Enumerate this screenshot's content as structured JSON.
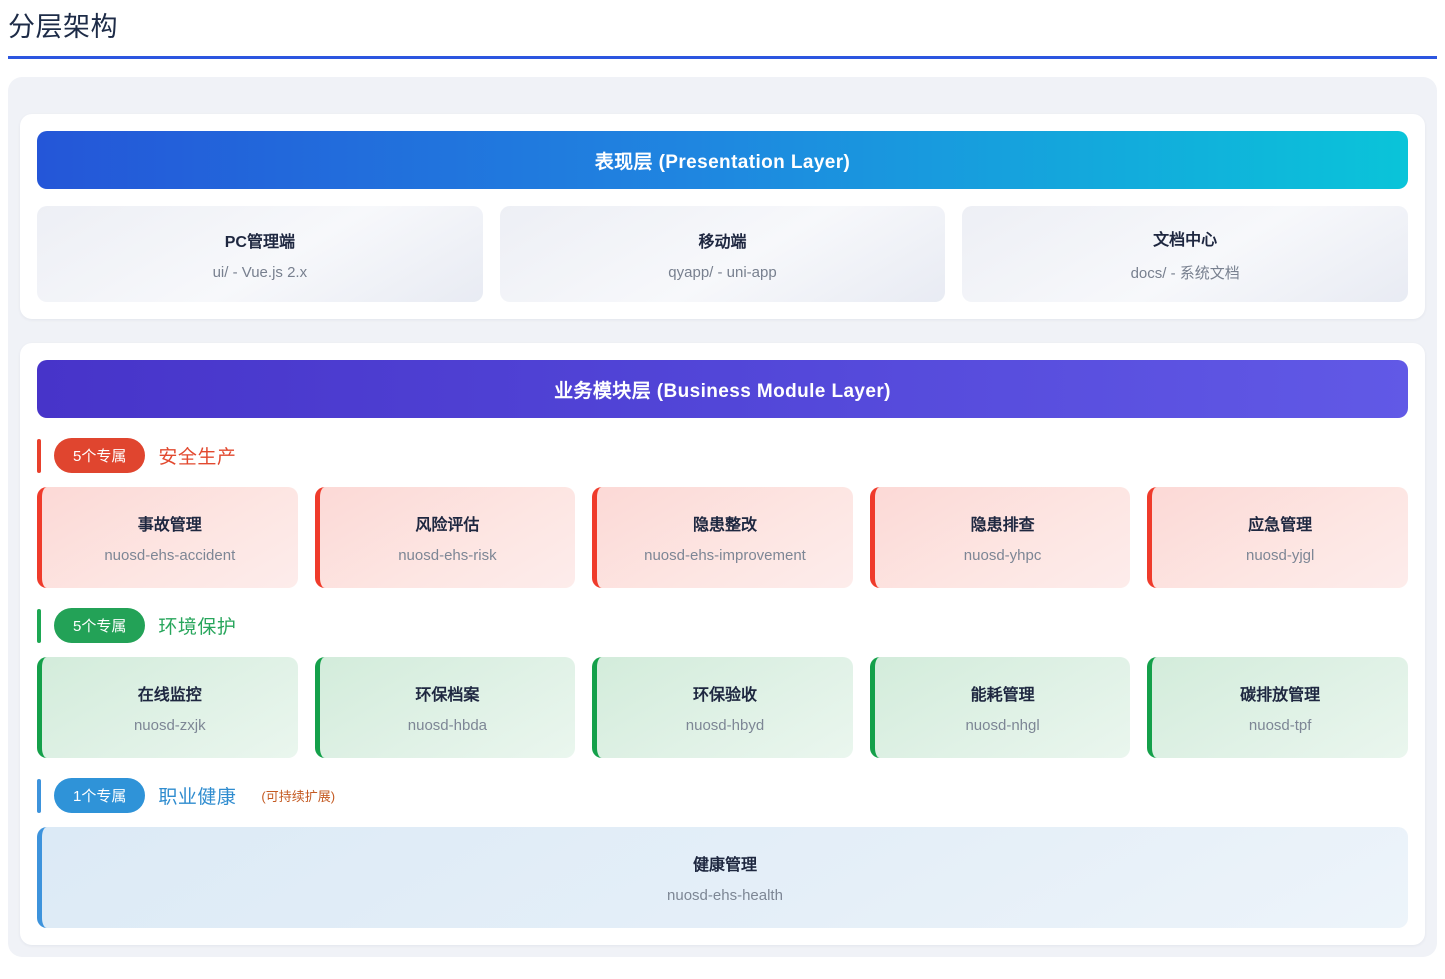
{
  "page": {
    "title": "分层架构",
    "accent_color": "#2c56e0"
  },
  "layers": [
    {
      "key": "presentation",
      "header": "表现层 (Presentation Layer)",
      "gradient_from": "#2456d8",
      "gradient_to": "#0ac4d9",
      "tiles": [
        {
          "title": "PC管理端",
          "sub": "ui/ - Vue.js 2.x"
        },
        {
          "title": "移动端",
          "sub": "qyapp/ - uni-app"
        },
        {
          "title": "文档中心",
          "sub": "docs/ - 系统文档"
        }
      ]
    },
    {
      "key": "business",
      "header": "业务模块层 (Business Module Layer)",
      "gradient_from": "#4734c9",
      "gradient_to": "#6159e6",
      "groups": [
        {
          "badge": "5个专属",
          "label": "安全生产",
          "note": "",
          "color": "#e0452f",
          "modules": [
            {
              "title": "事故管理",
              "sub": "nuosd-ehs-accident"
            },
            {
              "title": "风险评估",
              "sub": "nuosd-ehs-risk"
            },
            {
              "title": "隐患整改",
              "sub": "nuosd-ehs-improvement"
            },
            {
              "title": "隐患排查",
              "sub": "nuosd-yhpc"
            },
            {
              "title": "应急管理",
              "sub": "nuosd-yjgl"
            }
          ]
        },
        {
          "badge": "5个专属",
          "label": "环境保护",
          "note": "",
          "color": "#23a257",
          "modules": [
            {
              "title": "在线监控",
              "sub": "nuosd-zxjk"
            },
            {
              "title": "环保档案",
              "sub": "nuosd-hbda"
            },
            {
              "title": "环保验收",
              "sub": "nuosd-hbyd"
            },
            {
              "title": "能耗管理",
              "sub": "nuosd-nhgl"
            },
            {
              "title": "碳排放管理",
              "sub": "nuosd-tpf"
            }
          ]
        },
        {
          "badge": "1个专属",
          "label": "职业健康",
          "note": "(可持续扩展)",
          "color": "#2f93d8",
          "modules": [
            {
              "title": "健康管理",
              "sub": "nuosd-ehs-health"
            }
          ]
        }
      ]
    }
  ]
}
